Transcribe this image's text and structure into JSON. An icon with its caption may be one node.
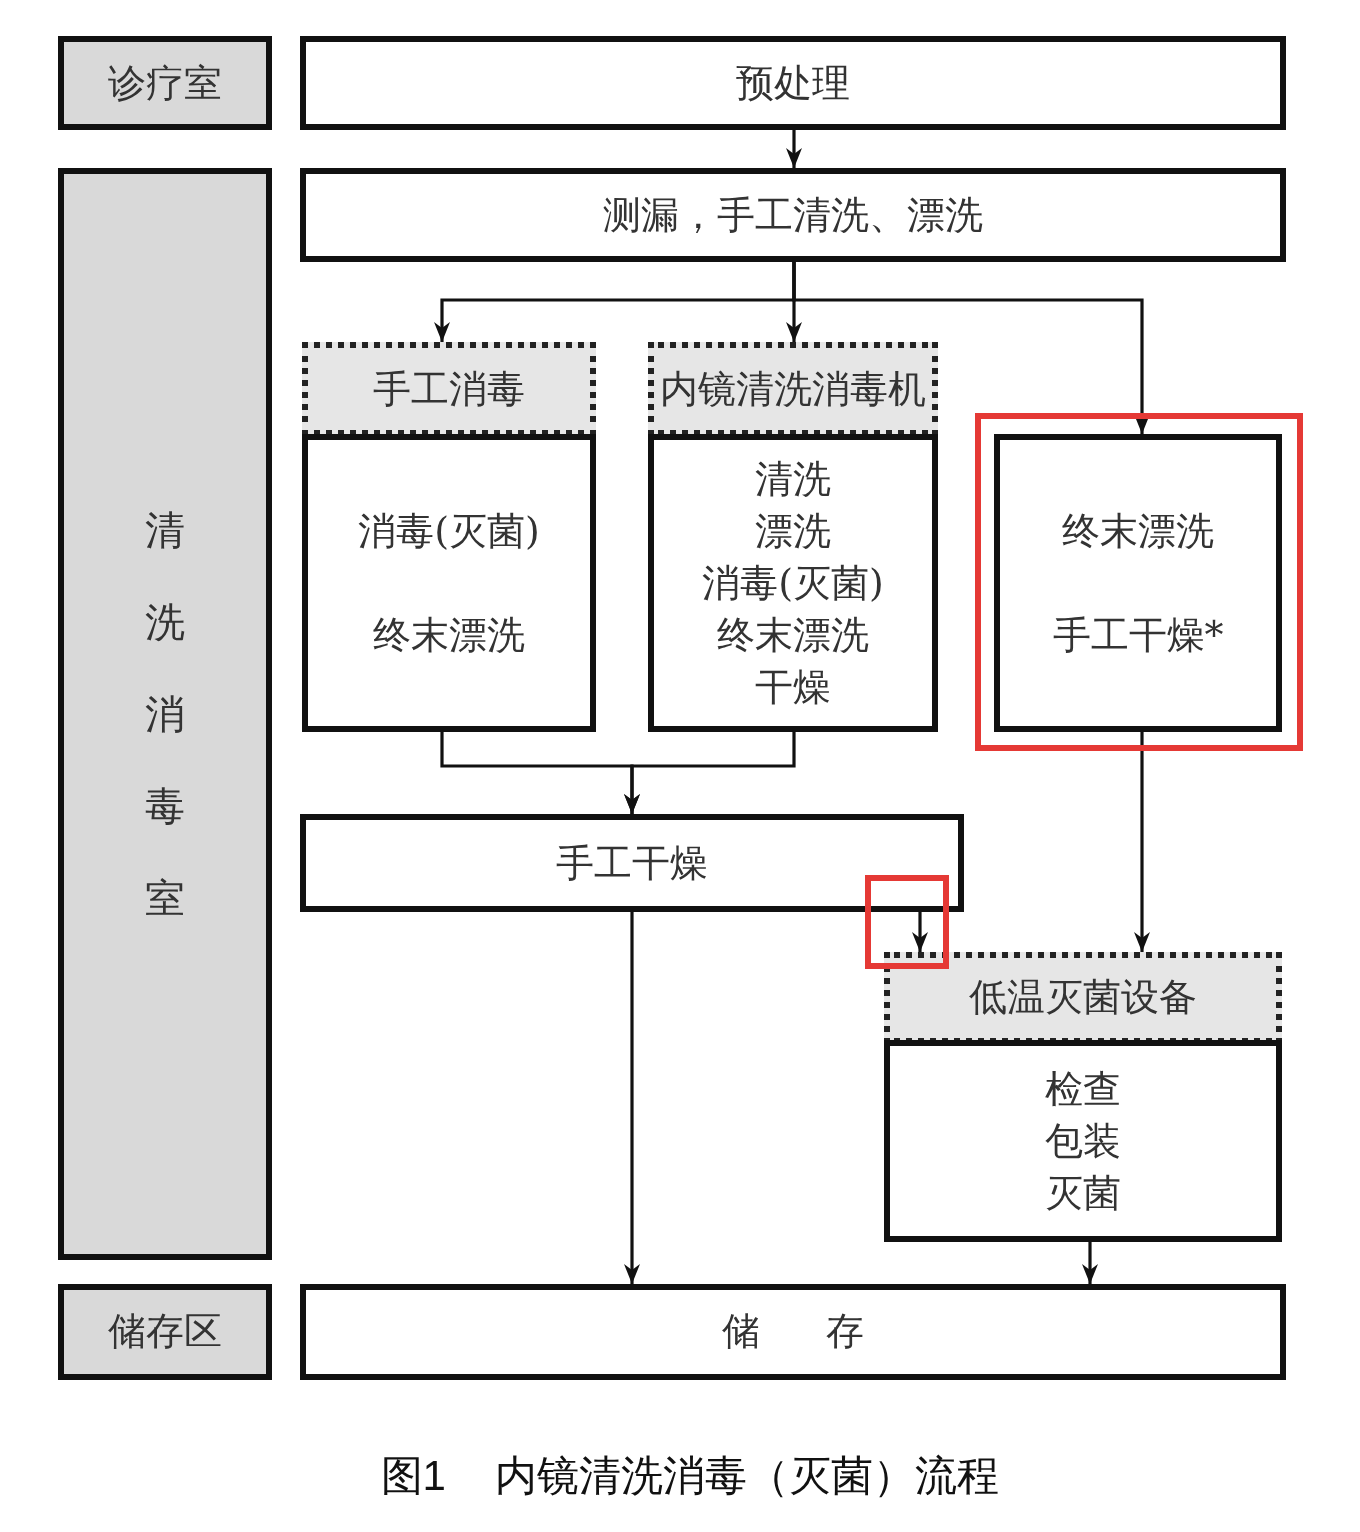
{
  "diagram": {
    "caption": "图1 内镜清洗消毒（灭菌）流程",
    "nodes": [
      {
        "text": [
          "诊疗室"
        ]
      },
      {
        "text": [
          "预处理"
        ]
      },
      {
        "text": [
          "清洗消毒室"
        ]
      },
      {
        "text": [
          "测漏，手工清洗、漂洗"
        ]
      },
      {
        "text": [
          "手工消毒"
        ]
      },
      {
        "text": [
          "消毒(灭菌)",
          "终末漂洗"
        ]
      },
      {
        "text": [
          "内镜清洗消毒机"
        ]
      },
      {
        "text": [
          "清洗",
          "漂洗",
          "消毒(灭菌)",
          "终末漂洗",
          "干燥"
        ]
      },
      {
        "text": [
          "终末漂洗",
          "手工干燥*"
        ]
      },
      {
        "text": [
          "手工干燥"
        ]
      },
      {
        "text": [
          "低温灭菌设备"
        ]
      },
      {
        "text": [
          "检查",
          "包装",
          "灭菌"
        ]
      },
      {
        "text": [
          "储存区"
        ]
      },
      {
        "text": [
          "储 存"
        ]
      }
    ],
    "edges": [
      {
        "from": 1,
        "to": 3,
        "arrow": "to"
      },
      {
        "from": 3,
        "to": 4,
        "arrow": "to"
      },
      {
        "from": 3,
        "to": 6,
        "arrow": "to"
      },
      {
        "from": 3,
        "to": 8,
        "arrow": "to"
      },
      {
        "from": 5,
        "to": 9,
        "arrow": "to"
      },
      {
        "from": 7,
        "to": 9,
        "arrow": "to"
      },
      {
        "from": 9,
        "to": 13,
        "arrow": "to"
      },
      {
        "from": 9,
        "to": 10,
        "arrow": "to"
      },
      {
        "from": 8,
        "to": 10,
        "arrow": "to"
      },
      {
        "from": 11,
        "to": 13,
        "arrow": "to"
      }
    ]
  }
}
